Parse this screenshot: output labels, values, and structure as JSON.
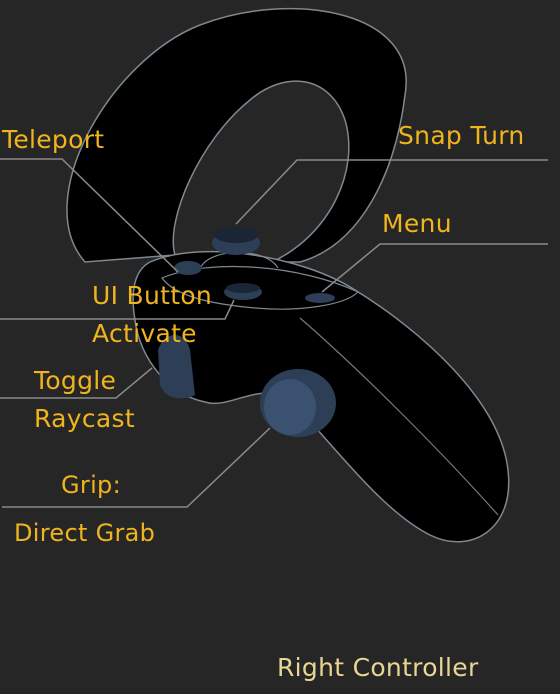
{
  "colors": {
    "background": "#262626",
    "controller_body": "#000000",
    "controller_outline": "#7d8891",
    "button": "#2c3f57",
    "label": "#f0b41c",
    "title": "#e9d692",
    "leader_line": "#8a8a8a"
  },
  "labels": {
    "teleport": "Teleport",
    "snap_turn": "Snap Turn",
    "menu": "Menu",
    "ui_button": "UI Button",
    "activate": "Activate",
    "toggle": "Toggle",
    "raycast": "Raycast",
    "grip": "Grip:",
    "direct_grab": "Direct Grab"
  },
  "title": "Right Controller"
}
